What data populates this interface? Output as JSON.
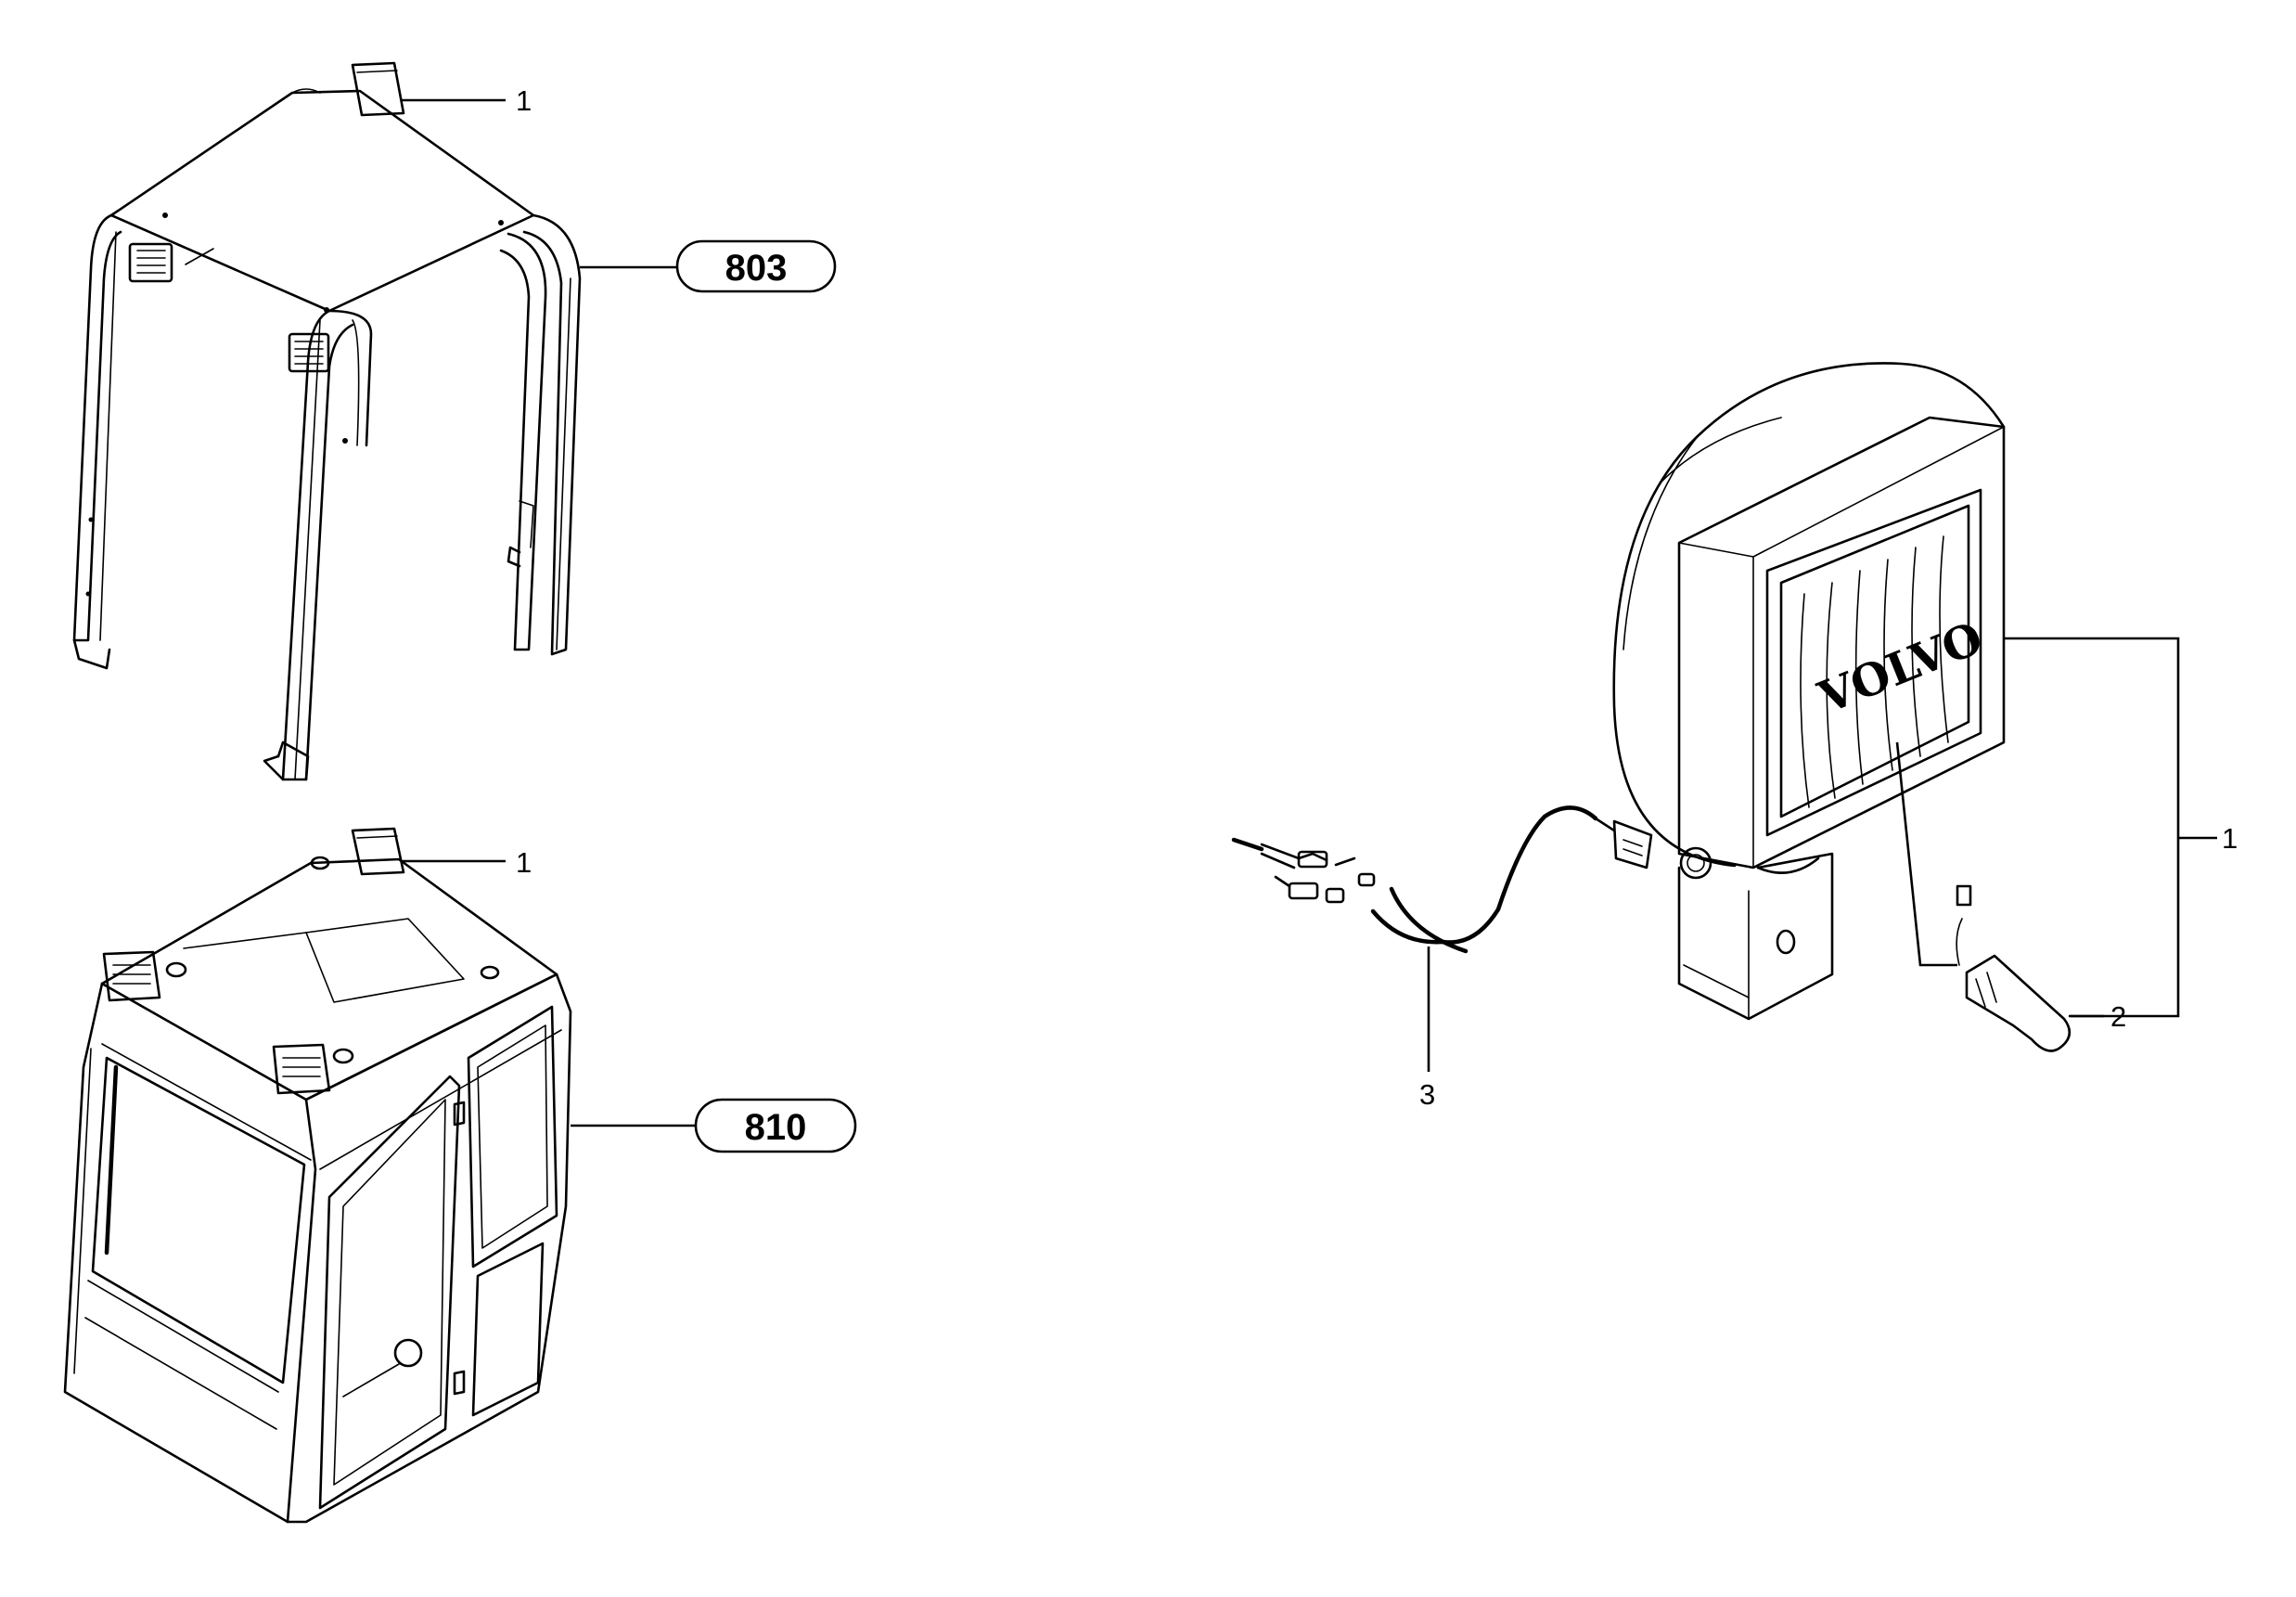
{
  "callouts": {
    "frame_light_item": "1",
    "frame_ref": "803",
    "cab_light_item": "1",
    "cab_ref": "810",
    "lamp_item": "1",
    "bulb_item": "2",
    "harness_item": "3"
  },
  "lamp": {
    "brand": "VOLVO"
  }
}
